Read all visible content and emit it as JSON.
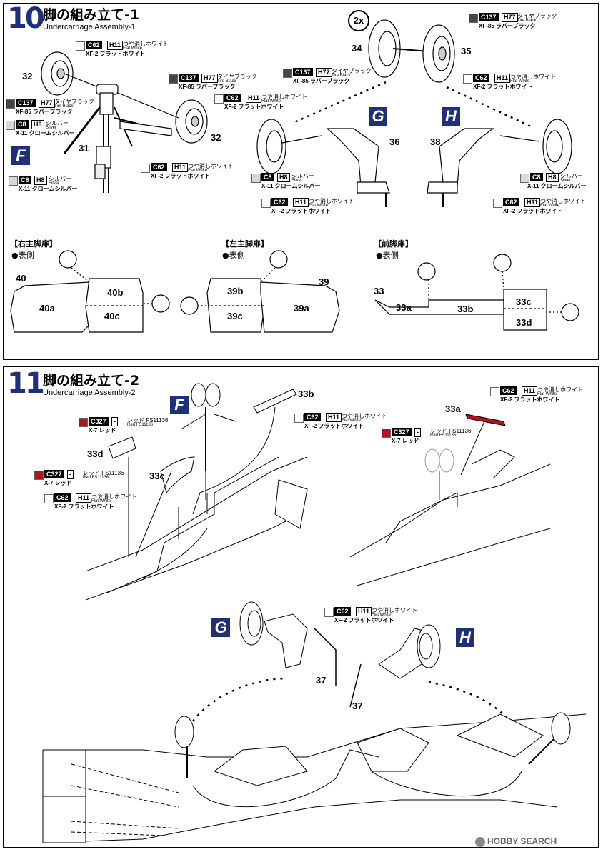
{
  "step10": {
    "number": "10",
    "title": "脚の組み立て-1",
    "subtitle": "Undercarriage Assembly-1",
    "part_numbers": {
      "p32a": "32",
      "p32b": "32",
      "p31": "31",
      "p34": "34",
      "p35": "35",
      "p36": "36",
      "p38": "38"
    },
    "badges": {
      "F": "F",
      "G": "G",
      "H": "H"
    },
    "qty": "2x",
    "sections": {
      "right_door": {
        "head": "【右主脚扉】",
        "side": "●表側",
        "labels": {
          "n40": "40",
          "a": "40a",
          "b": "40b",
          "c": "40c"
        }
      },
      "left_door": {
        "head": "【左主脚扉】",
        "side": "●表側",
        "labels": {
          "n39": "39",
          "a": "39a",
          "b": "39b",
          "c": "39c"
        }
      },
      "front_door": {
        "head": "【前脚扉】",
        "side": "●表側",
        "labels": {
          "n33": "33",
          "a": "33a",
          "b": "33b",
          "c": "33c",
          "d": "33d"
        }
      }
    }
  },
  "step11": {
    "number": "11",
    "title": "脚の組み立て-2",
    "subtitle": "Undercarriage Assembly-2",
    "part_numbers": {
      "p33b": "33b",
      "p33a": "33a",
      "p33d": "33d",
      "p33c": "33c",
      "p37a": "37",
      "p37b": "37"
    },
    "badges": {
      "F": "F",
      "G": "G",
      "H": "H"
    }
  },
  "colors": {
    "c62": {
      "code": "C62",
      "h": "H11",
      "jp": "つや消しホワイト",
      "en": "Flat White",
      "sub": "XF-2 フラットホワイト",
      "swatch": "#ffffff"
    },
    "c137": {
      "code": "C137",
      "h": "H77",
      "jp": "タイヤブラック",
      "en": "Tire Black",
      "sub": "XF-85 ラバーブラック",
      "swatch": "#444444"
    },
    "c8": {
      "code": "C8",
      "h": "H8",
      "jp": "シルバー",
      "en": "Silver",
      "sub": "X-11 クロームシルバー",
      "swatch": "#d8d8d8"
    },
    "c327": {
      "code": "C327",
      "h": "-",
      "jp": "レッド FS11136",
      "en": "Red FS11136",
      "sub": "X-7 レッド",
      "swatch": "#b0141c"
    }
  },
  "watermark": "HOBBY SEARCH"
}
